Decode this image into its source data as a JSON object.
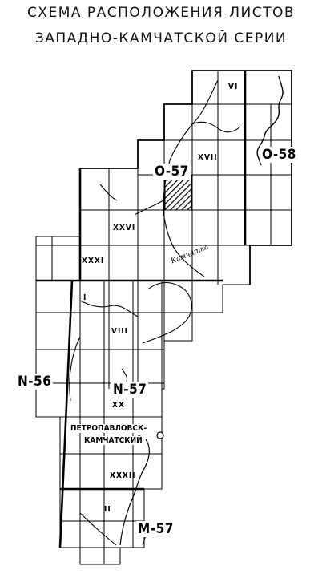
{
  "title": {
    "line1": "СХЕМА РАСПОЛОЖЕНИЯ ЛИСТОВ",
    "line2": "ЗАПАДНО-КАМЧАТСКОЙ СЕРИИ"
  },
  "zone_labels": {
    "o57": "O-57",
    "o58": "O-58",
    "n56": "N-56",
    "n57": "N-57",
    "m57": "M-57"
  },
  "sheet_labels": {
    "vi": "VI",
    "xvii": "XVII",
    "xxvi": "XXVI",
    "xxxi": "XXXI",
    "i": "I",
    "viii": "VIII",
    "xx": "XX",
    "xxxii": "XXXII",
    "ii": "II"
  },
  "city": {
    "line1": "ПЕТРОПАВЛОВСК-",
    "line2": "КАМЧАТСКИЙ"
  },
  "river": "Камчатка"
}
